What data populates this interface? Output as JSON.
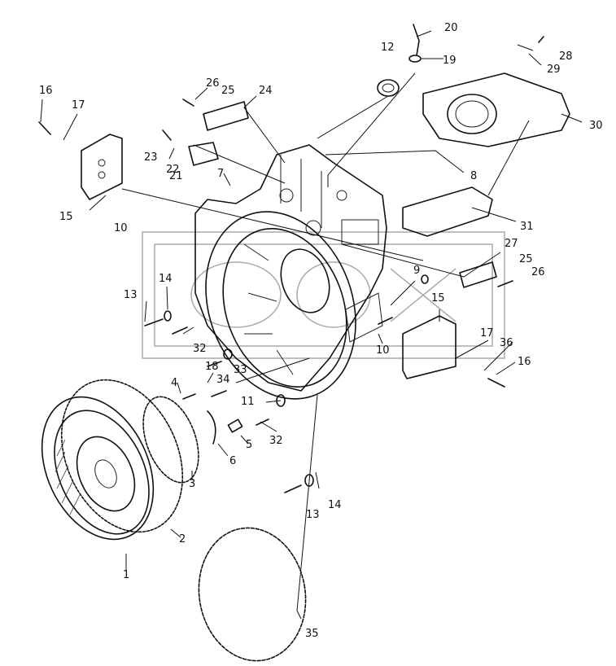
{
  "diagram": {
    "callouts": [
      {
        "id": "c1",
        "text": "1"
      },
      {
        "id": "c2",
        "text": "2"
      },
      {
        "id": "c3",
        "text": "3"
      },
      {
        "id": "c4",
        "text": "4"
      },
      {
        "id": "c5",
        "text": "5"
      },
      {
        "id": "c6",
        "text": "6"
      },
      {
        "id": "c7",
        "text": "7"
      },
      {
        "id": "c8",
        "text": "8"
      },
      {
        "id": "c9",
        "text": "9"
      },
      {
        "id": "c10a",
        "text": "10"
      },
      {
        "id": "c10b",
        "text": "10"
      },
      {
        "id": "c11",
        "text": "11"
      },
      {
        "id": "c12",
        "text": "12"
      },
      {
        "id": "c13a",
        "text": "13"
      },
      {
        "id": "c13b",
        "text": "13"
      },
      {
        "id": "c14a",
        "text": "14"
      },
      {
        "id": "c14b",
        "text": "14"
      },
      {
        "id": "c15a",
        "text": "15"
      },
      {
        "id": "c15b",
        "text": "15"
      },
      {
        "id": "c16a",
        "text": "16"
      },
      {
        "id": "c16b",
        "text": "16"
      },
      {
        "id": "c17a",
        "text": "17"
      },
      {
        "id": "c17b",
        "text": "17"
      },
      {
        "id": "c18",
        "text": "18"
      },
      {
        "id": "c19",
        "text": "19"
      },
      {
        "id": "c20",
        "text": "20"
      },
      {
        "id": "c21",
        "text": "21"
      },
      {
        "id": "c22",
        "text": "22"
      },
      {
        "id": "c23",
        "text": "23"
      },
      {
        "id": "c24",
        "text": "24"
      },
      {
        "id": "c25a",
        "text": "25"
      },
      {
        "id": "c25b",
        "text": "25"
      },
      {
        "id": "c26a",
        "text": "26"
      },
      {
        "id": "c26b",
        "text": "26"
      },
      {
        "id": "c27",
        "text": "27"
      },
      {
        "id": "c28",
        "text": "28"
      },
      {
        "id": "c29",
        "text": "29"
      },
      {
        "id": "c30",
        "text": "30"
      },
      {
        "id": "c31",
        "text": "31"
      },
      {
        "id": "c32a",
        "text": "32"
      },
      {
        "id": "c32b",
        "text": "32"
      },
      {
        "id": "c33",
        "text": "33"
      },
      {
        "id": "c34",
        "text": "34"
      },
      {
        "id": "c35",
        "text": "35"
      },
      {
        "id": "c36",
        "text": "36"
      }
    ]
  }
}
